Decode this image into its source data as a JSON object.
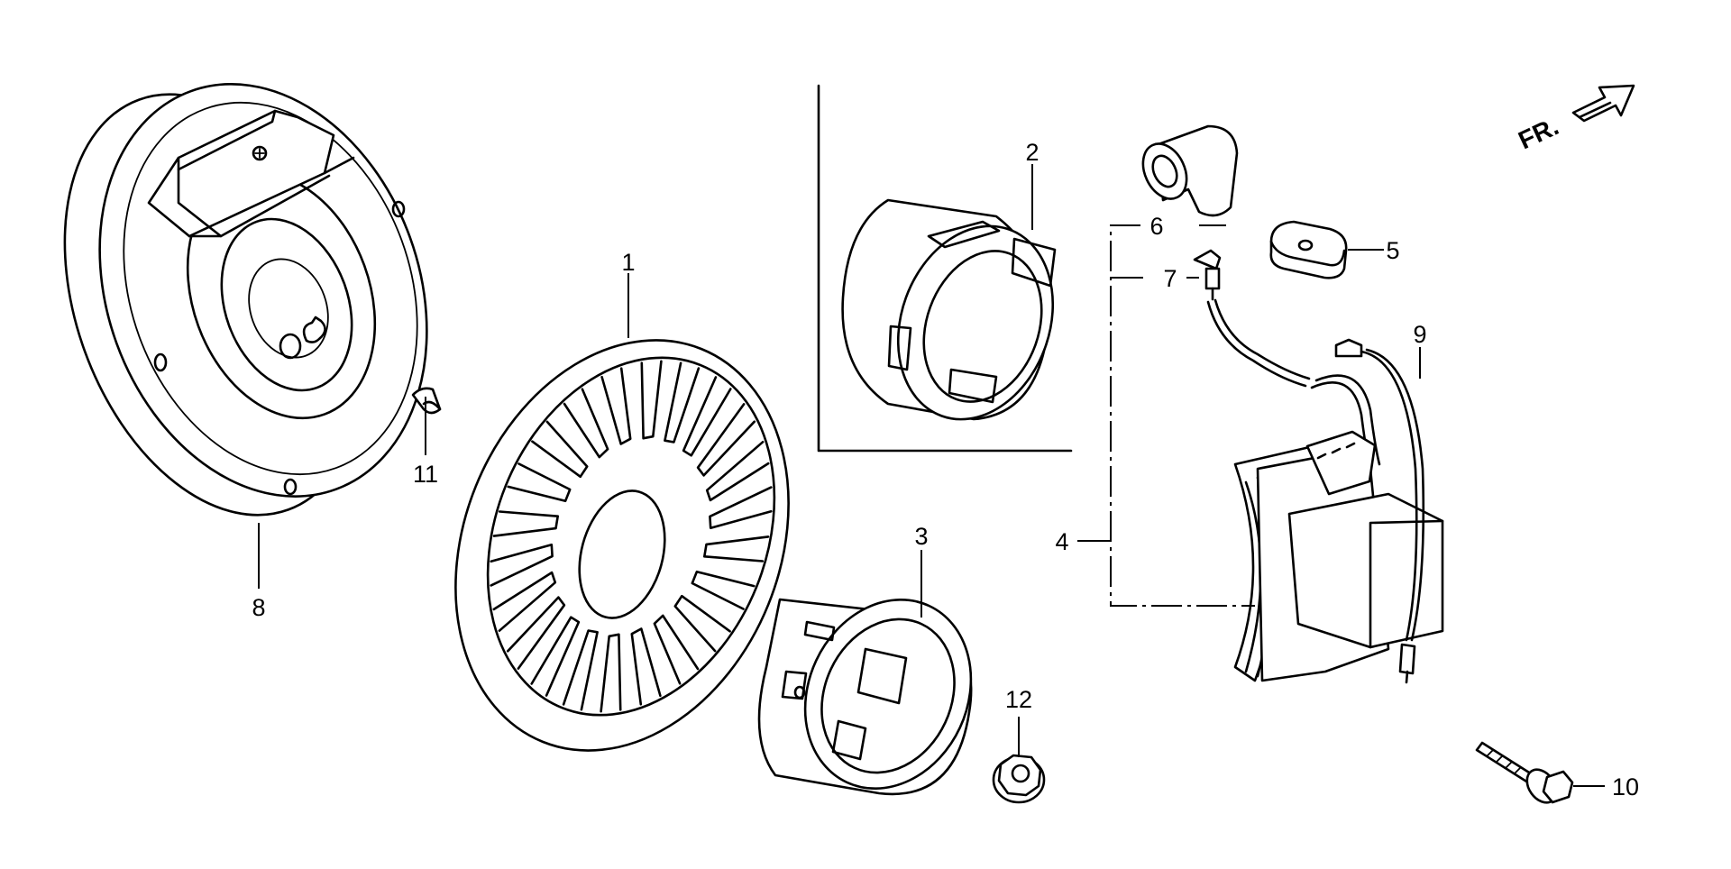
{
  "diagram": {
    "direction_label": "FR.",
    "colors": {
      "ink": "#000000",
      "paper": "#ffffff"
    },
    "callouts": [
      {
        "id": "1",
        "part": "cooling-fan"
      },
      {
        "id": "2",
        "part": "pulley-cup"
      },
      {
        "id": "3",
        "part": "starter-pulley"
      },
      {
        "id": "4",
        "part": "ignition-coil-assembly"
      },
      {
        "id": "5",
        "part": "grommet"
      },
      {
        "id": "6",
        "part": "spark-plug-cap"
      },
      {
        "id": "7",
        "part": "terminal"
      },
      {
        "id": "8",
        "part": "flywheel"
      },
      {
        "id": "9",
        "part": "stop-wire"
      },
      {
        "id": "10",
        "part": "flange-bolt"
      },
      {
        "id": "11",
        "part": "woodruff-key"
      },
      {
        "id": "12",
        "part": "flange-nut"
      }
    ]
  }
}
